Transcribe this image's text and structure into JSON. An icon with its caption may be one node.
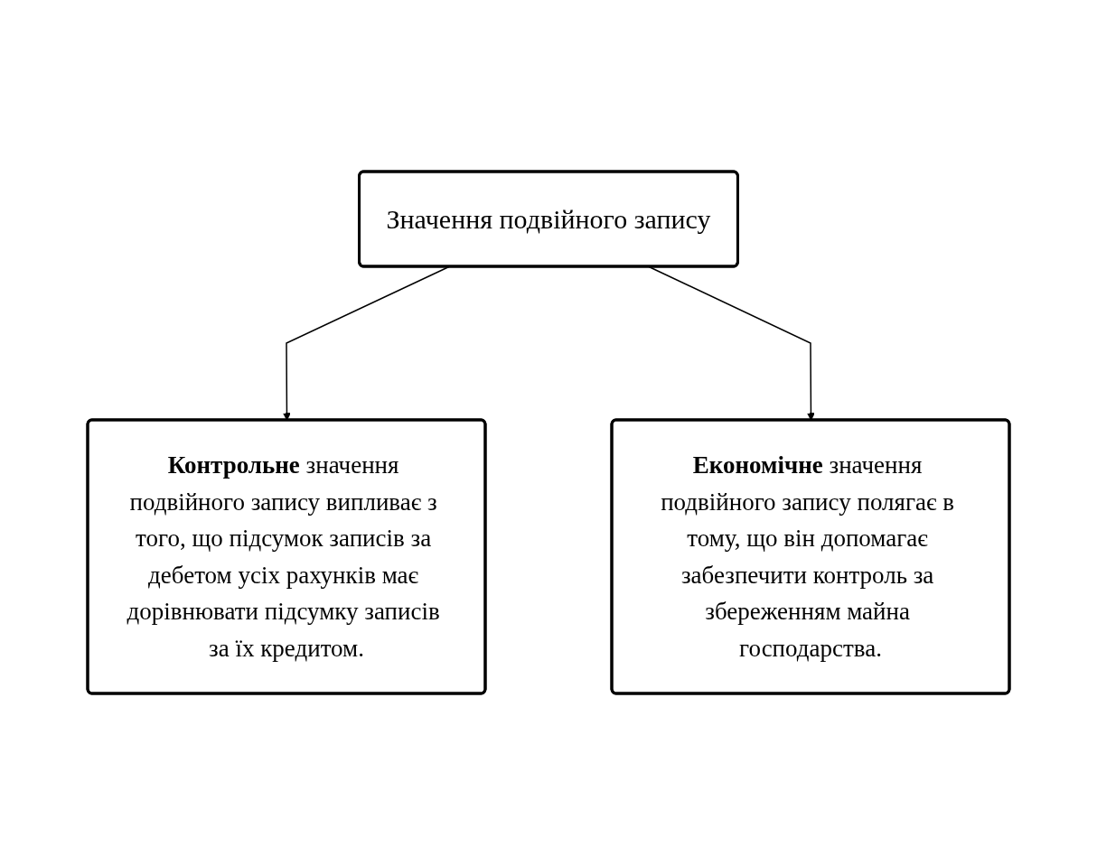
{
  "diagram": {
    "nodes": [
      {
        "text": [
          "Значення подвійного запису"
        ]
      },
      {
        "text": [
          "**Контрольне** значення подвійного запису випливає з того, що підсумок записів за дебетом усіх рахунків має дорівнювати підсумку записів за їх кредитом."
        ]
      },
      {
        "text": [
          "**Економічне** значення подвійного запису полягає в тому, що він допомагає забезпечити контроль за збереженням майна господарства."
        ]
      }
    ],
    "edges": [
      {
        "from": 0,
        "to": 1,
        "arrow": "to"
      },
      {
        "from": 0,
        "to": 2,
        "arrow": "to"
      }
    ]
  }
}
